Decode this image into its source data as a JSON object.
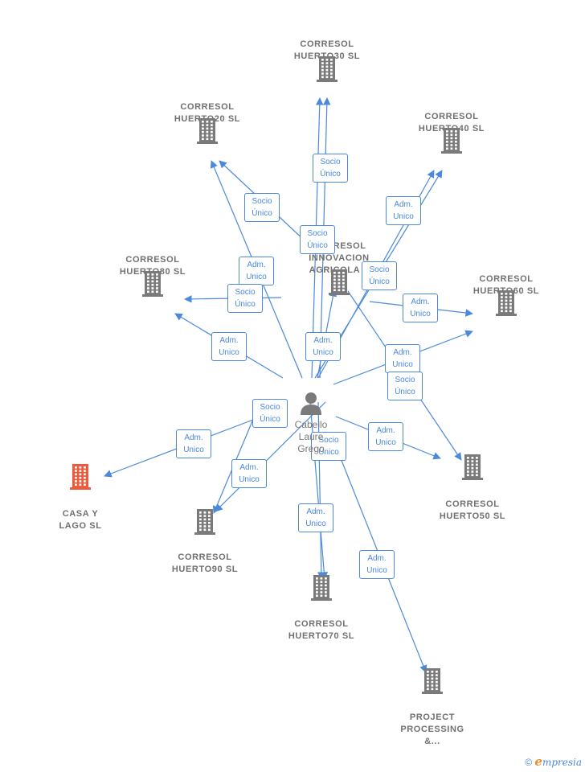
{
  "colors": {
    "edge": "#4a89dc",
    "company_icon": "#7a7a7a",
    "highlight_icon": "#ef5a3c",
    "label_text": "#707070"
  },
  "person": {
    "name_lines": "Cabello\nLaure\nGrego",
    "icon": "person-icon"
  },
  "nodes": [
    {
      "id": "huerto30",
      "label": "CORRESOL\nHUERTO30 SL",
      "icon": "building-icon",
      "highlight": false
    },
    {
      "id": "huerto20",
      "label": "CORRESOL\nHUERTO20 SL",
      "icon": "building-icon",
      "highlight": false
    },
    {
      "id": "huerto40",
      "label": "CORRESOL\nHUERTO40 SL",
      "icon": "building-icon",
      "highlight": false
    },
    {
      "id": "innovacion",
      "label": "CORRESOL\nINNOVACION\nAGRICOLA S",
      "icon": "building-icon",
      "highlight": false
    },
    {
      "id": "huerto80",
      "label": "CORRESOL\nHUERTO80 SL",
      "icon": "building-icon",
      "highlight": false
    },
    {
      "id": "huerto60",
      "label": "CORRESOL\nHUERTO60 SL",
      "icon": "building-icon",
      "highlight": false
    },
    {
      "id": "casa",
      "label": "CASA Y\nLAGO SL",
      "icon": "building-icon",
      "highlight": true
    },
    {
      "id": "huerto50",
      "label": "CORRESOL\nHUERTO50 SL",
      "icon": "building-icon",
      "highlight": false
    },
    {
      "id": "huerto90",
      "label": "CORRESOL\nHUERTO90 SL",
      "icon": "building-icon",
      "highlight": false
    },
    {
      "id": "huerto70",
      "label": "CORRESOL\nHUERTO70 SL",
      "icon": "building-icon",
      "highlight": false
    },
    {
      "id": "project",
      "label": "PROJECT\nPROCESSING\n&...",
      "icon": "building-icon",
      "highlight": false
    }
  ],
  "edge_labels": [
    "Socio\nÚnico",
    "Socio\nÚnico",
    "Adm.\nUnico",
    "Socio\nÚnico",
    "Adm.\nUnico",
    "Socio\nÚnico",
    "Adm.\nUnico",
    "Socio\nÚnico",
    "Adm.\nUnico",
    "Adm.\nUnico",
    "Adm.\nUnico",
    "Socio\nÚnico",
    "Socio\nÚnico",
    "Adm.\nUnico",
    "Adm.\nUnico",
    "Socio\nÚnico",
    "Adm.\nUnico",
    "Adm.\nUnico",
    "Adm.\nUnico"
  ],
  "footer": {
    "copyright": "©",
    "brand_initial": "e",
    "brand_rest": "mpresia"
  }
}
